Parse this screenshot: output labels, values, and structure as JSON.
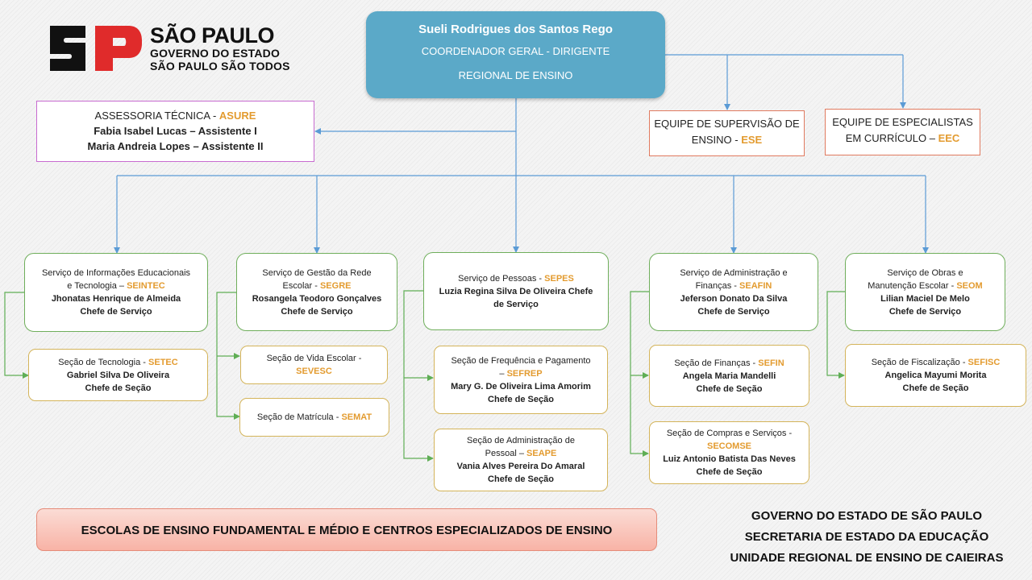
{
  "logo": {
    "line1": "SÃO PAULO",
    "line2": "GOVERNO DO ESTADO",
    "line3": "SÃO PAULO SÃO TODOS"
  },
  "director": {
    "name": "Sueli Rodrigues dos Santos Rego",
    "title": "COORDENADOR GERAL - DIRIGENTE",
    "unit": "REGIONAL DE ENSINO"
  },
  "asure": {
    "label": "ASSESSORIA TÉCNICA - ",
    "acronym": "ASURE",
    "member1": "Fabia Isabel Lucas – Assistente I",
    "member2": "Maria Andreia Lopes – Assistente II"
  },
  "ese": {
    "label1": "EQUIPE DE SUPERVISÃO DE",
    "label2": "ENSINO - ",
    "acronym": "ESE"
  },
  "eec": {
    "label1": "EQUIPE DE ESPECIALISTAS",
    "label2": "EM CURRÍCULO – ",
    "acronym": "EEC"
  },
  "services": {
    "seintec": {
      "label1": "Serviço de Informações Educacionais",
      "label2": "e Tecnologia – ",
      "acronym": "SEINTEC",
      "person": "Jhonatas Henrique de Almeida",
      "role": "Chefe de Serviço"
    },
    "segre": {
      "label1": "Serviço de Gestão da Rede",
      "label2": "Escolar - ",
      "acronym": "SEGRE",
      "person": "Rosangela Teodoro Gonçalves",
      "role": "Chefe de Serviço"
    },
    "sepes": {
      "label1": "Serviço de Pessoas - ",
      "acronym": "SEPES",
      "person1": "Luzia Regina Silva De Oliveira Chefe",
      "person2": "de Serviço"
    },
    "seafin": {
      "label1": "Serviço de Administração e",
      "label2": "Finanças - ",
      "acronym": "SEAFIN",
      "person": "Jeferson Donato Da Silva",
      "role": "Chefe de Serviço"
    },
    "seom": {
      "label1": "Serviço de Obras e",
      "label2": "Manutenção Escolar - ",
      "acronym": "SEOM",
      "person": "Lilian Maciel De Melo",
      "role": "Chefe de Serviço"
    }
  },
  "sections": {
    "setec": {
      "label": "Seção de Tecnologia - ",
      "acronym": "SETEC",
      "person": "Gabriel Silva De Oliveira",
      "role": "Chefe de Seção"
    },
    "sevesc": {
      "label": "Seção de Vida Escolar -",
      "acronym": "SEVESC"
    },
    "semat": {
      "label": "Seção de Matrícula - ",
      "acronym": "SEMAT"
    },
    "sefrep": {
      "label1": "Seção de Frequência e Pagamento",
      "label2": "– ",
      "acronym": "SEFREP",
      "person": "Mary G. De Oliveira Lima Amorim",
      "role": "Chefe de Seção"
    },
    "seape": {
      "label1": "Seção de Administração de",
      "label2": "Pessoal – ",
      "acronym": "SEAPE",
      "person": "Vania Alves Pereira Do Amaral",
      "role": "Chefe de Seção"
    },
    "sefin": {
      "label": "Seção de Finanças - ",
      "acronym": "SEFIN",
      "person": "Angela Maria Mandelli",
      "role": "Chefe de Seção"
    },
    "secomse": {
      "label": "Seção de Compras e Serviços -",
      "acronym": "SECOMSE",
      "person": "Luiz Antonio Batista Das Neves",
      "role": "Chefe de Seção"
    },
    "sefisc": {
      "label": "Seção de Fiscalização - ",
      "acronym": "SEFISC",
      "person": "Angelica Mayumi Morita",
      "role": "Chefe de Seção"
    }
  },
  "schools": "ESCOLAS DE ENSINO  FUNDAMENTAL E MÉDIO E CENTROS ESPECIALIZADOS DE ENSINO",
  "government": {
    "line1": "GOVERNO DO ESTADO DE SÃO PAULO",
    "line2": "SECRETARIA DE ESTADO DA EDUCAÇÃO",
    "line3": "UNIDADE REGIONAL DE ENSINO DE CAIEIRAS"
  },
  "colors": {
    "director_bg": "#5ba9c8",
    "blue_connector": "#5b9bd5",
    "green_connector": "#5fae55",
    "acronym": "#e39b2f",
    "schools_bg": "#f8b3a6"
  }
}
